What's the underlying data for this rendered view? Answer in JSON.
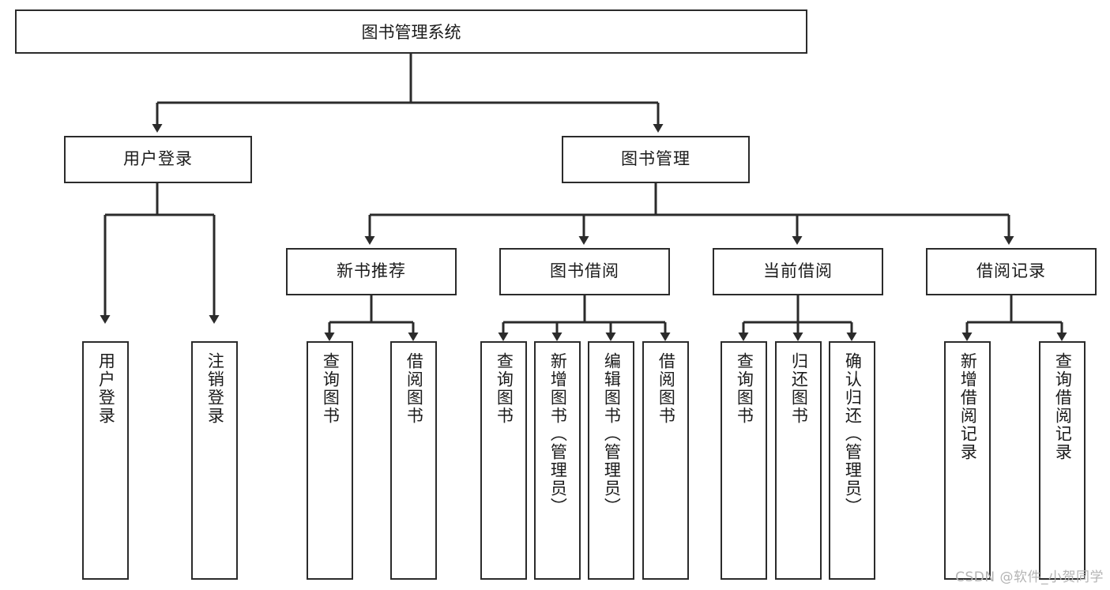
{
  "diagram": {
    "title": "图书管理系统",
    "type": "tree-hierarchy",
    "root": {
      "label": "图书管理系统"
    },
    "level1": [
      {
        "label": "用户登录"
      },
      {
        "label": "图书管理"
      }
    ],
    "level2": [
      {
        "label": "新书推荐"
      },
      {
        "label": "图书借阅"
      },
      {
        "label": "当前借阅"
      },
      {
        "label": "借阅记录"
      }
    ],
    "leaves": {
      "user_login": [
        {
          "label": "用户登录"
        },
        {
          "label": "注销登录"
        }
      ],
      "new_book_recommend": [
        {
          "label": "查询图书"
        },
        {
          "label": "借阅图书"
        }
      ],
      "book_borrow": [
        {
          "label": "查询图书"
        },
        {
          "label": "新增图书（管理员）"
        },
        {
          "label": "编辑图书（管理员）"
        },
        {
          "label": "借阅图书"
        }
      ],
      "current_borrow": [
        {
          "label": "查询图书"
        },
        {
          "label": "归还图书"
        },
        {
          "label": "确认归还（管理员）"
        }
      ],
      "borrow_records": [
        {
          "label": "新增借阅记录"
        },
        {
          "label": "查询借阅记录"
        }
      ]
    }
  },
  "watermark": {
    "text": "CSDN @软件_小贺同学"
  },
  "colors": {
    "border": "#2b2b2b",
    "background": "#ffffff",
    "text": "#1b1b1b",
    "watermark": "#b4b4b4"
  }
}
